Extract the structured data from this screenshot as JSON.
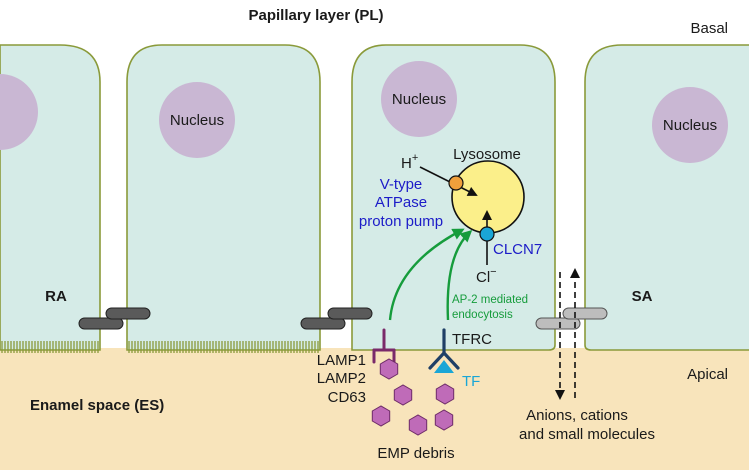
{
  "labels": {
    "papillary_layer": "Papillary layer (PL)",
    "basal": "Basal",
    "apical": "Apical",
    "enamel_space": "Enamel space (ES)",
    "ra": "RA",
    "sa": "SA",
    "nucleus": "Nucleus",
    "lysosome": "Lysosome",
    "h_plus_base": "H",
    "h_plus_sup": "+",
    "vtype_line1": "V-type",
    "vtype_line2": "ATPase",
    "vtype_line3": "proton pump",
    "clcn7": "CLCN7",
    "cl_base": "Cl",
    "cl_sup": "−",
    "ap2_line1": "AP-2 mediated",
    "ap2_line2": "endocytosis",
    "tfrc": "TFRC",
    "tf": "TF",
    "lamp1": "LAMP1",
    "lamp2": "LAMP2",
    "cd63": "CD63",
    "emp_debris": "EMP debris",
    "anions_line1": "Anions, cations",
    "anions_line2": "and small molecules"
  },
  "colors": {
    "cell_fill": "#d5ebe7",
    "cell_stroke": "#8a9a3a",
    "nucleus": "#c9b7d3",
    "enamel_space": "#f8e4bb",
    "lysosome": "#fbef8a",
    "debris": "#bf6bb8",
    "green_arrow": "#169c3c",
    "tf_blue": "#1aa6d6",
    "lamp_purple": "#7a2a6a",
    "clcn7_blue": "#1c1cc8"
  },
  "icons": {
    "proton_pump": "orange-circle",
    "clcn7_channel": "cyan-circle",
    "tight_junction": "rounded-bar"
  }
}
